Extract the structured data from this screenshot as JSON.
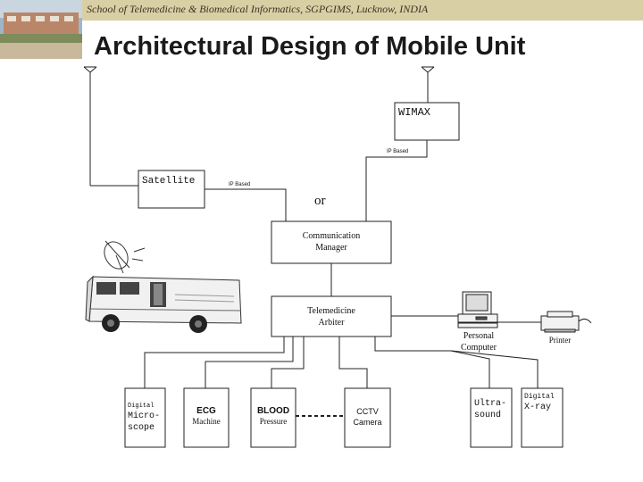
{
  "header": {
    "institution": "School of Telemedicine & Biomedical Informatics, SGPGIMS, Lucknow, INDIA"
  },
  "slide": {
    "title": "Architectural Design of Mobile Unit"
  },
  "diagram": {
    "wimax_label": "WIMAX",
    "satellite_label": "Satellite",
    "ip_based_wimax": "IP Based",
    "ip_based_satellite": "IP Based",
    "or_label": "or",
    "comm_manager_line1": "Communication",
    "comm_manager_line2": "Manager",
    "arbiter_line1": "Telemedicine",
    "arbiter_line2": "Arbiter",
    "pc_line1": "Personal",
    "pc_line2": "Computer",
    "printer_label": "Printer",
    "devices": {
      "microscope_line1": "Digital",
      "microscope_line2": "Micro-",
      "microscope_line3": "scope",
      "ecg_line1": "ECG",
      "ecg_line2": "Machine",
      "blood_line1": "BLOOD",
      "blood_line2": "Pressure",
      "cctv_line1": "CCTV",
      "cctv_line2": "Camera",
      "ultrasound_line1": "Ultra-",
      "ultrasound_line2": "sound",
      "xray_line1": "Digital",
      "xray_line2": "X-ray"
    }
  }
}
